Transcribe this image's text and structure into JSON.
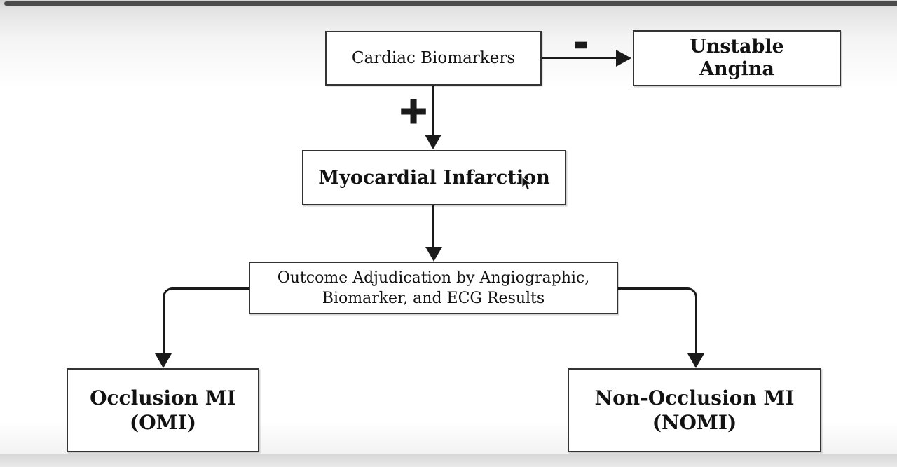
{
  "diagram": {
    "nodes": {
      "cardiac": {
        "label": "Cardiac Biomarkers"
      },
      "unstable": {
        "line1": "Unstable",
        "line2": "Angina"
      },
      "mi": {
        "label": "Myocardial Infarction"
      },
      "outcome": {
        "line1": "Outcome Adjudication by Angiographic,",
        "line2": "Biomarker, and ECG Results"
      },
      "omi": {
        "line1": "Occlusion MI",
        "line2": "(OMI)"
      },
      "nomi": {
        "line1": "Non-Occlusion MI",
        "line2": "(NOMI)"
      }
    },
    "edge_labels": {
      "negative": "-",
      "positive": "+"
    },
    "colors": {
      "box_border": "#333333",
      "box_background": "#ffffff",
      "line": "#1a1a1a",
      "text": "#121212",
      "frame_top_bar": "#4a4a4a"
    }
  }
}
